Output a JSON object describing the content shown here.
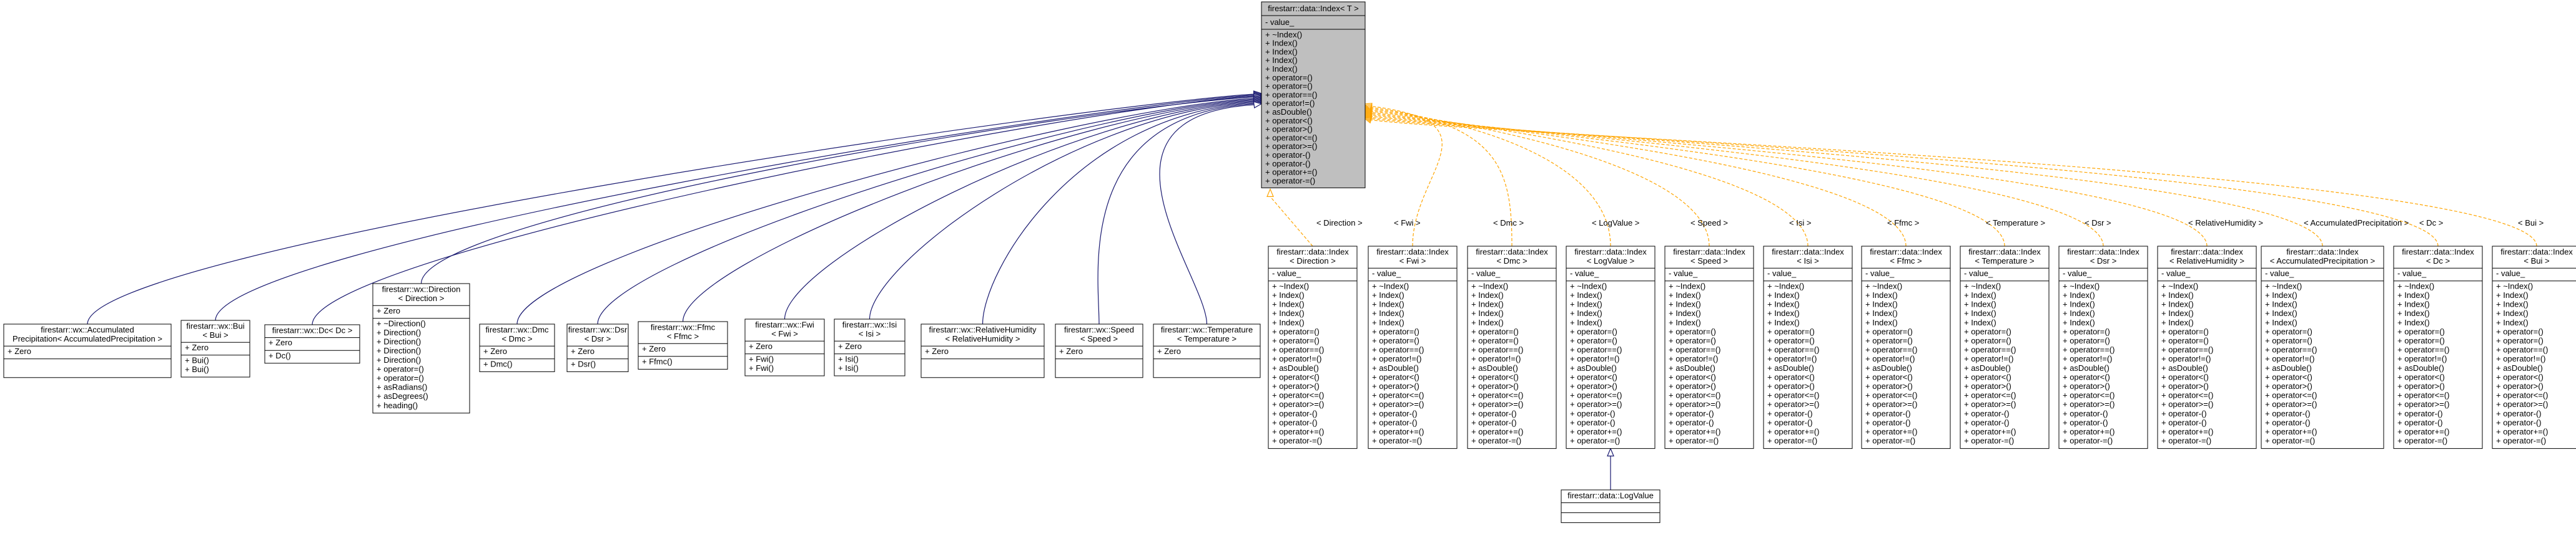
{
  "base": {
    "title": "firestarr::data::Index< T >",
    "attrs": [
      "- value_"
    ],
    "methods": [
      "+ ~Index()",
      "+ Index()",
      "+ Index()",
      "+ Index()",
      "+ Index()",
      "+ operator=()",
      "+ operator=()",
      "+ operator==()",
      "+ operator!=()",
      "+ asDouble()",
      "+ operator<()",
      "+ operator>()",
      "+ operator<=()",
      "+ operator>=()",
      "+ operator-()",
      "+ operator-()",
      "+ operator+=()",
      "+ operator-=()"
    ]
  },
  "derived": [
    {
      "id": "d_accum",
      "title": [
        "firestarr::wx::Accumulated",
        "Precipitation< AccumulatedPrecipitation >"
      ],
      "attrs": [
        "+ Zero"
      ],
      "methods": []
    },
    {
      "id": "d_bui",
      "title": [
        "firestarr::wx::Bui",
        "< Bui >"
      ],
      "attrs": [
        "+ Zero"
      ],
      "methods": [
        "+ Bui()",
        "+ Bui()"
      ]
    },
    {
      "id": "d_dc",
      "title": [
        "firestarr::wx::Dc< Dc >"
      ],
      "attrs": [
        "+ Zero"
      ],
      "methods": [
        "+ Dc()"
      ]
    },
    {
      "id": "d_dir",
      "title": [
        "firestarr::wx::Direction",
        "< Direction >"
      ],
      "attrs": [
        "+ Zero"
      ],
      "methods": [
        "+ ~Direction()",
        "+ Direction()",
        "+ Direction()",
        "+ Direction()",
        "+ Direction()",
        "+ operator=()",
        "+ operator=()",
        "+ asRadians()",
        "+ asDegrees()",
        "+ heading()"
      ]
    },
    {
      "id": "d_dmc",
      "title": [
        "firestarr::wx::Dmc",
        "< Dmc >"
      ],
      "attrs": [
        "+ Zero"
      ],
      "methods": [
        "+ Dmc()"
      ]
    },
    {
      "id": "d_dsr",
      "title": [
        "firestarr::wx::Dsr",
        "< Dsr >"
      ],
      "attrs": [
        "+ Zero"
      ],
      "methods": [
        "+ Dsr()"
      ]
    },
    {
      "id": "d_ffmc",
      "title": [
        "firestarr::wx::Ffmc",
        "< Ffmc >"
      ],
      "attrs": [
        "+ Zero"
      ],
      "methods": [
        "+ Ffmc()"
      ]
    },
    {
      "id": "d_fwi",
      "title": [
        "firestarr::wx::Fwi",
        "< Fwi >"
      ],
      "attrs": [
        "+ Zero"
      ],
      "methods": [
        "+ Fwi()",
        "+ Fwi()"
      ]
    },
    {
      "id": "d_isi",
      "title": [
        "firestarr::wx::Isi",
        "< Isi >"
      ],
      "attrs": [
        "+ Zero"
      ],
      "methods": [
        "+ Isi()",
        "+ Isi()"
      ]
    },
    {
      "id": "d_rh",
      "title": [
        "firestarr::wx::RelativeHumidity",
        "< RelativeHumidity >"
      ],
      "attrs": [
        "+ Zero"
      ],
      "methods": []
    },
    {
      "id": "d_speed",
      "title": [
        "firestarr::wx::Speed",
        "< Speed >"
      ],
      "attrs": [
        "+ Zero"
      ],
      "methods": []
    },
    {
      "id": "d_temp",
      "title": [
        "firestarr::wx::Temperature",
        "< Temperature >"
      ],
      "attrs": [
        "+ Zero"
      ],
      "methods": []
    }
  ],
  "inst_methods": [
    "+ ~Index()",
    "+ Index()",
    "+ Index()",
    "+ Index()",
    "+ Index()",
    "+ operator=()",
    "+ operator=()",
    "+ operator==()",
    "+ operator!=()",
    "+ asDouble()",
    "+ operator<()",
    "+ operator>()",
    "+ operator<=()",
    "+ operator>=()",
    "+ operator-()",
    "+ operator-()",
    "+ operator+=()",
    "+ operator-=()"
  ],
  "instantiations": [
    {
      "id": "i_direction",
      "title": [
        "firestarr::data::Index",
        "< Direction >"
      ],
      "label": "< Direction >",
      "attrs": [
        "- value_"
      ]
    },
    {
      "id": "i_fwi",
      "title": [
        "firestarr::data::Index",
        "< Fwi >"
      ],
      "label": "< Fwi >",
      "attrs": [
        "- value_"
      ]
    },
    {
      "id": "i_dmc",
      "title": [
        "firestarr::data::Index",
        "< Dmc >"
      ],
      "label": "< Dmc >",
      "attrs": [
        "- value_"
      ]
    },
    {
      "id": "i_logvalue",
      "title": [
        "firestarr::data::Index",
        "< LogValue >"
      ],
      "label": "< LogValue >",
      "attrs": [
        "- value_"
      ]
    },
    {
      "id": "i_speed",
      "title": [
        "firestarr::data::Index",
        "< Speed >"
      ],
      "label": "< Speed >",
      "attrs": [
        "- value_"
      ]
    },
    {
      "id": "i_isi",
      "title": [
        "firestarr::data::Index",
        "< Isi >"
      ],
      "label": "< Isi >",
      "attrs": [
        "- value_"
      ]
    },
    {
      "id": "i_ffmc",
      "title": [
        "firestarr::data::Index",
        "< Ffmc >"
      ],
      "label": "< Ffmc >",
      "attrs": [
        "- value_"
      ]
    },
    {
      "id": "i_temperature",
      "title": [
        "firestarr::data::Index",
        "< Temperature >"
      ],
      "label": "< Temperature >",
      "attrs": [
        "- value_"
      ]
    },
    {
      "id": "i_dsr",
      "title": [
        "firestarr::data::Index",
        "< Dsr >"
      ],
      "label": "< Dsr >",
      "attrs": [
        "- value_"
      ]
    },
    {
      "id": "i_rh",
      "title": [
        "firestarr::data::Index",
        "< RelativeHumidity >"
      ],
      "label": "< RelativeHumidity >",
      "attrs": [
        "- value_"
      ]
    },
    {
      "id": "i_accum",
      "title": [
        "firestarr::data::Index",
        "< AccumulatedPrecipitation >"
      ],
      "label": "< AccumulatedPrecipitation >",
      "attrs": [
        "- value_"
      ]
    },
    {
      "id": "i_dc",
      "title": [
        "firestarr::data::Index",
        "< Dc >"
      ],
      "label": "< Dc >",
      "attrs": [
        "- value_"
      ]
    },
    {
      "id": "i_bui",
      "title": [
        "firestarr::data::Index",
        "< Bui >"
      ],
      "label": "< Bui >",
      "attrs": [
        "- value_"
      ]
    }
  ],
  "logvalue": {
    "title": "firestarr::data::LogValue"
  },
  "colors": {
    "inheritance": "#191970",
    "template": "#ffa500",
    "base_fill": "#bfbfbf",
    "box_border": "#000000"
  }
}
